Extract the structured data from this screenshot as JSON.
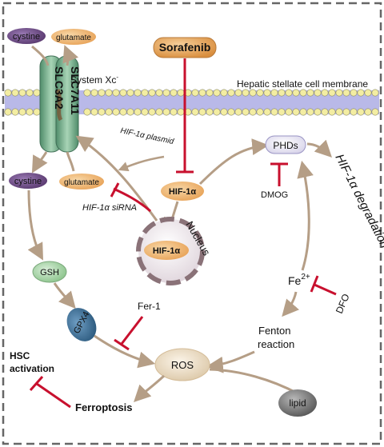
{
  "membrane": {
    "label": "Hepatic stellate cell membrane"
  },
  "transporter": {
    "subunit_a": "SLC7A11",
    "subunit_b": "SLC3A2",
    "name": "System Xc",
    "name_sup": "-"
  },
  "outside": {
    "cystine": "cystine",
    "glutamate": "glutamate"
  },
  "inside": {
    "cystine": "cystine",
    "glutamate": "glutamate"
  },
  "drug": {
    "sorafenib": "Sorafenib"
  },
  "hif": {
    "cytosol": "HIF-1α",
    "nucleus": "HIF-1α",
    "nucleus_label": "Nucleus"
  },
  "modulators": {
    "plasmid": "HIF-1α plasmid",
    "sirna": "HIF-1α siRNA"
  },
  "phd": {
    "label": "PHDs",
    "degradation": "HIF-1α degradation",
    "dmog": "DMOG"
  },
  "iron": {
    "label": "Fe",
    "sup": "2+",
    "dfo": "DFO",
    "fenton_1": "Fenton",
    "fenton_2": "reaction"
  },
  "pathway": {
    "gsh": "GSH",
    "gpx4": "GPX4",
    "fer1": "Fer-1",
    "ros": "ROS",
    "lipid": "lipid"
  },
  "outcome": {
    "ferroptosis": "Ferroptosis",
    "hsc_1": "HSC",
    "hsc_2": "activation"
  },
  "colors": {
    "arrow": "#b59e86",
    "inhibitor": "#c8102e",
    "purple": "#5a3a70",
    "orange": "#e8a45a",
    "membrane_top": "#9a9ad8",
    "lipid_head": "#f3eda2",
    "transporter": "#6fae87",
    "gsh": "#a6d1a6",
    "gpx4": "#3a6a8e",
    "ros": "#ecdcc3",
    "lipid_node": "#707070",
    "degradation": "#222222",
    "blue_text": "#5b4f9a"
  }
}
